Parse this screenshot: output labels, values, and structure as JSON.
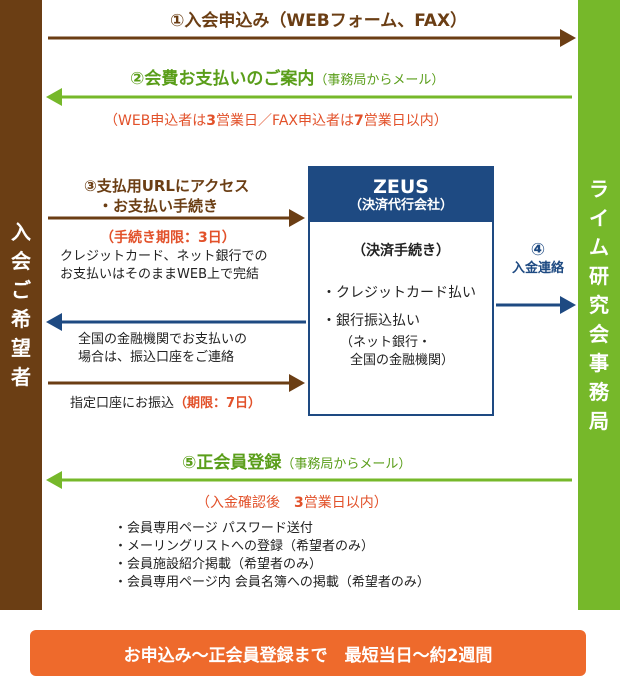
{
  "left_bar": {
    "label": [
      "入",
      "会",
      "ご",
      "希",
      "望",
      "者"
    ],
    "color": "#6b3e14"
  },
  "right_bar": {
    "label": [
      "ラ",
      "イ",
      "ム",
      "研",
      "究",
      "会",
      "事",
      "務",
      "局"
    ],
    "color": "#76b82a"
  },
  "step1": {
    "label": "①入会申込み（WEBフォーム、FAX）"
  },
  "step2": {
    "label": "②会費お支払いのご案内",
    "sub": "（事務局からメール）",
    "deadline": {
      "p1": "（WEB申込者は",
      "n1": "3",
      "p2": "営業日／FAX申込者は",
      "n2": "7",
      "p3": "営業日以内）"
    }
  },
  "step3": {
    "line1": "③支払用URLにアクセス",
    "line2": "・お支払い手続き",
    "deadline": "（手続き期限：3日）",
    "note": [
      "クレジットカード、ネット銀行での",
      "お支払いはそのままWEB上で完結"
    ]
  },
  "bank_note": [
    "全国の金融機関でお支払いの",
    "場合は、振込口座をご連絡"
  ],
  "transfer": {
    "text": "指定口座にお振込",
    "deadline": "（期限：7日）"
  },
  "zeus": {
    "name": "ZEUS",
    "sub": "（決済代行会社）",
    "procedure_title": "（決済手続き）",
    "methods": [
      "・クレジットカード払い",
      "・銀行振込払い"
    ],
    "bank_detail": [
      "（ネット銀行・",
      "全国の金融機関）"
    ]
  },
  "step4": {
    "num": "④",
    "label": "入金連絡"
  },
  "step5": {
    "label": "⑤正会員登録",
    "sub": "（事務局からメール）",
    "deadline": {
      "p1": "（入金確認後　",
      "n1": "3",
      "p2": "営業日以内）"
    },
    "items": [
      "・会員専用ページ パスワード送付",
      "・メーリングリストへの登録（希望者のみ）",
      "・会員施設紹介掲載（希望者のみ）",
      "・会員専用ページ内 会員名簿への掲載（希望者のみ）"
    ]
  },
  "footer": {
    "text": "お申込み～正会員登録まで　最短当日～約2週間",
    "color": "#ee6a2c"
  }
}
